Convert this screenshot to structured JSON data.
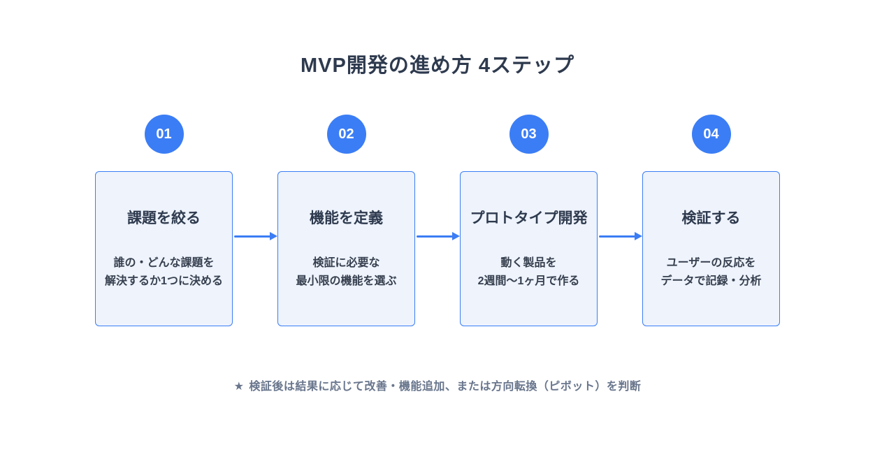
{
  "title": "MVP開発の進め方 4ステップ",
  "steps": [
    {
      "number": "01",
      "heading": "課題を絞る",
      "description": "誰の・どんな課題を\n解決するか1つに決める"
    },
    {
      "number": "02",
      "heading": "機能を定義",
      "description": "検証に必要な\n最小限の機能を選ぶ"
    },
    {
      "number": "03",
      "heading": "プロトタイプ開発",
      "description": "動く製品を\n2週間〜1ヶ月で作る"
    },
    {
      "number": "04",
      "heading": "検証する",
      "description": "ユーザーの反応を\nデータで記録・分析"
    }
  ],
  "footer": {
    "star": "★",
    "text": "検証後は結果に応じて改善・機能追加、または方向転換（ピボット）を判断"
  },
  "colors": {
    "accent": "#3b7df5",
    "card_background": "#eef3fc",
    "title_text": "#2e3a4e",
    "footer_text": "#68758c"
  }
}
